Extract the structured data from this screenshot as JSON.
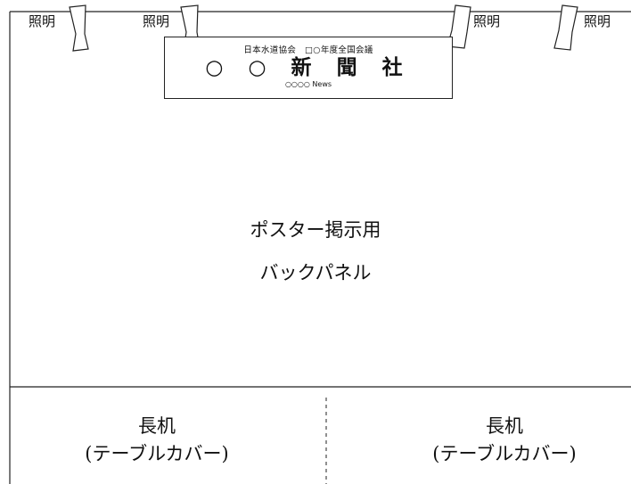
{
  "lights": {
    "label_1": "照明",
    "label_2": "照明",
    "label_3": "照明",
    "label_4": "照明"
  },
  "sign": {
    "top_line": "日本水道協会　□○年度全国会議",
    "main_line": "○ ○ 新 聞 社",
    "sub_line": "○○○○ News"
  },
  "panel": {
    "line_1": "ポスター掲示用",
    "line_2": "バックパネル"
  },
  "tables": {
    "left": {
      "line_1": "長机",
      "line_2": "(テーブルカバー)"
    },
    "right": {
      "line_1": "長机",
      "line_2": "(テーブルカバー)"
    }
  }
}
